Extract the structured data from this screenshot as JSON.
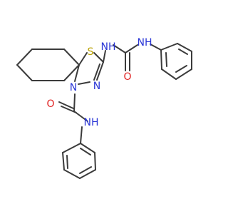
{
  "molecule": {
    "colors": {
      "bond": "#3b3b3b",
      "nitrogen": "#2a36d6",
      "oxygen": "#e02020",
      "sulfur": "#b8a000"
    },
    "atoms": {
      "S": "S",
      "N_ring_bottom": "N",
      "N_ring_right": "N",
      "NH_top": "NH",
      "NH_urea": "NH",
      "O_urea": "O",
      "O_amide": "O",
      "NH_amide": "NH"
    }
  }
}
